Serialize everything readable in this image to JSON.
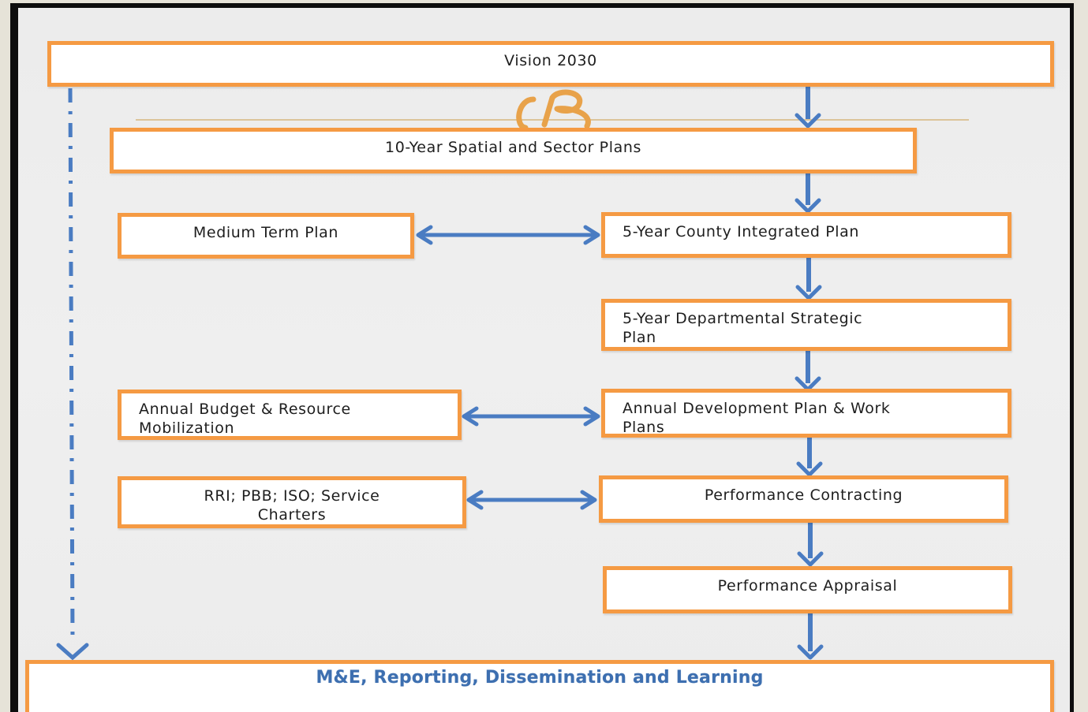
{
  "diagram": {
    "nodes": {
      "vision": "Vision 2030",
      "spatial": "10-Year Spatial and Sector Plans",
      "medium_term": "Medium Term Plan",
      "county_plan": "5-Year County Integrated Plan",
      "departmental": "5-Year Departmental Strategic\nPlan",
      "annual_budget": "Annual Budget & Resource\nMobilization",
      "annual_dev": "Annual Development Plan & Work\nPlans",
      "rri": "RRI; PBB; ISO; Service\nCharters",
      "performance_contracting": "Performance Contracting",
      "performance_appraisal": "Performance Appraisal",
      "me_reporting": "M&E, Reporting, Dissemination and Learning"
    },
    "edges": [
      {
        "from": "vision",
        "to": "spatial",
        "type": "arrow"
      },
      {
        "from": "spatial",
        "to": "county_plan",
        "type": "arrow"
      },
      {
        "from": "medium_term",
        "to": "county_plan",
        "type": "double-arrow"
      },
      {
        "from": "county_plan",
        "to": "departmental",
        "type": "arrow"
      },
      {
        "from": "departmental",
        "to": "annual_dev",
        "type": "arrow"
      },
      {
        "from": "annual_budget",
        "to": "annual_dev",
        "type": "double-arrow"
      },
      {
        "from": "annual_dev",
        "to": "performance_contracting",
        "type": "arrow"
      },
      {
        "from": "rri",
        "to": "performance_contracting",
        "type": "double-arrow"
      },
      {
        "from": "performance_contracting",
        "to": "performance_appraisal",
        "type": "arrow"
      },
      {
        "from": "performance_appraisal",
        "to": "me_reporting",
        "type": "arrow"
      },
      {
        "from": "vision",
        "to": "me_reporting",
        "type": "dash-dot-arrow"
      }
    ],
    "colors": {
      "box_border": "#f59a43",
      "arrow": "#4a7cc2",
      "ornament": "#e8a24a",
      "title_text": "#3d6fb0",
      "frame": "#0d0d0d"
    }
  }
}
